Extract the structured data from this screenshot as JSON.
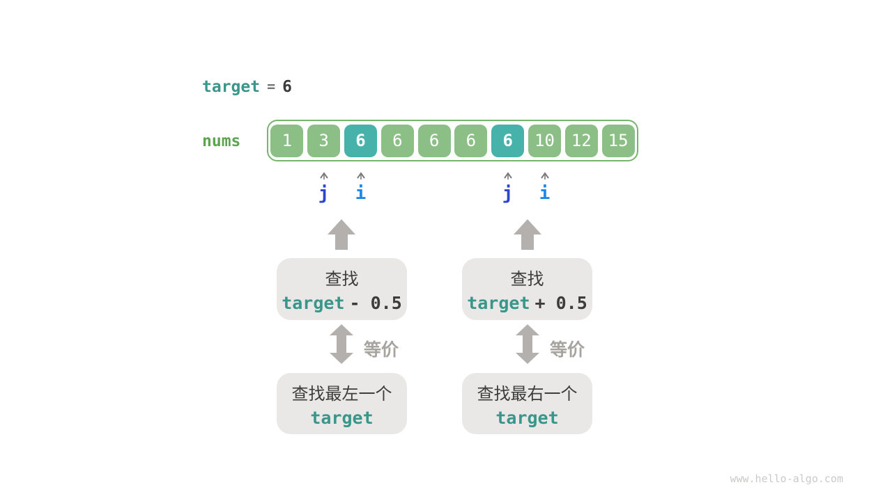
{
  "page": {
    "watermark": "www.hello-algo.com"
  },
  "target_line": {
    "variable": "target",
    "equals": "=",
    "value": "6"
  },
  "array": {
    "label": "nums",
    "cells": [
      {
        "value": "1",
        "highlight": false
      },
      {
        "value": "3",
        "highlight": false
      },
      {
        "value": "6",
        "highlight": true
      },
      {
        "value": "6",
        "highlight": false
      },
      {
        "value": "6",
        "highlight": false
      },
      {
        "value": "6",
        "highlight": false
      },
      {
        "value": "6",
        "highlight": true
      },
      {
        "value": "10",
        "highlight": false
      },
      {
        "value": "12",
        "highlight": false
      },
      {
        "value": "15",
        "highlight": false
      }
    ]
  },
  "pointers": {
    "left": [
      {
        "label": "j"
      },
      {
        "label": "i"
      }
    ],
    "right": [
      {
        "label": "j"
      },
      {
        "label": "i"
      }
    ]
  },
  "flows": {
    "left": {
      "search_box": {
        "action": "查找",
        "expr_variable": "target",
        "expr_op": "- 0.5"
      },
      "equivalence_label": "等价",
      "result_box": {
        "action": "查找最左一个",
        "expr_variable": "target"
      }
    },
    "right": {
      "search_box": {
        "action": "查找",
        "expr_variable": "target",
        "expr_op": "+ 0.5"
      },
      "equivalence_label": "等价",
      "result_box": {
        "action": "查找最右一个",
        "expr_variable": "target"
      }
    }
  },
  "colors": {
    "teal": "#3a968a",
    "green-label": "#5da352",
    "cell-green": "#8bbf86",
    "cell-teal": "#46b2a9",
    "array-border": "#76b56c",
    "box-bg": "#e9e8e6",
    "text-dark": "#3c3c3c",
    "arrow-gray": "#b3b0ad",
    "eq-label-gray": "#a7a4a0",
    "blue-j": "#2c45cc",
    "blue-i": "#1f87e8",
    "caret-gray": "#7a7a7a",
    "watermark-gray": "#cbcac8"
  }
}
